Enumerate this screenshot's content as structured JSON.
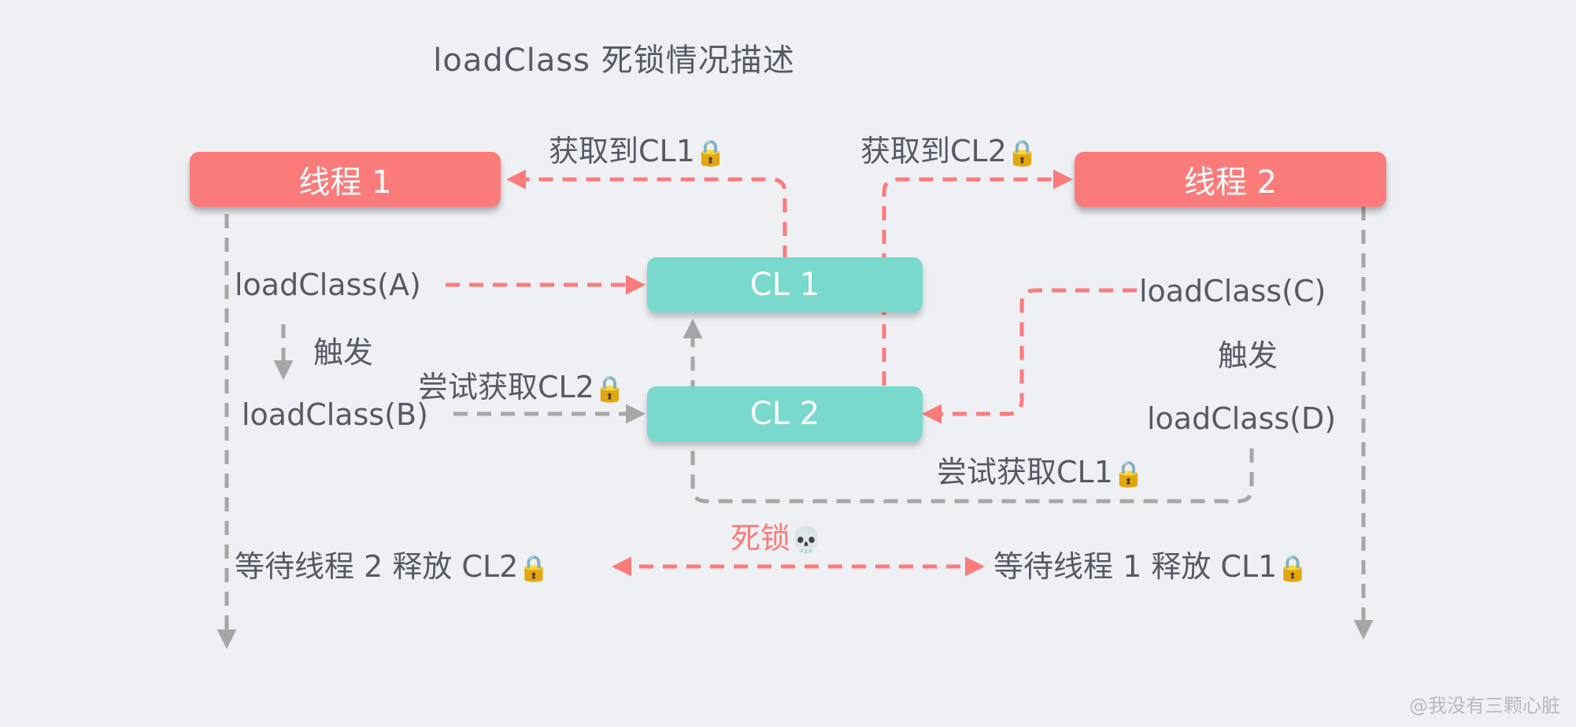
{
  "title": "loadClass 死锁情况描述",
  "threads": {
    "t1": "线程 1",
    "t2": "线程 2"
  },
  "classloaders": {
    "cl1": "CL 1",
    "cl2": "CL 2"
  },
  "labels": {
    "acquired_cl1": "获取到CL1",
    "acquired_cl2": "获取到CL2",
    "load_a": "loadClass(A)",
    "load_b": "loadClass(B)",
    "load_c": "loadClass(C)",
    "load_d": "loadClass(D)",
    "trigger_left": "触发",
    "trigger_right": "触发",
    "try_cl2": "尝试获取CL2",
    "try_cl1": "尝试获取CL1",
    "deadlock": "死锁",
    "wait_t2": "等待线程 2 释放 CL2",
    "wait_t1": "等待线程 1 释放 CL1"
  },
  "icons": {
    "lock": "🔒",
    "skull": "💀"
  },
  "watermark": "@我没有三颗心脏",
  "colors": {
    "thread_box": "#fb7b7b",
    "cl_box": "#79d9cc",
    "red_dash": "#fb7b7b",
    "gray_dash": "#a6a6a6",
    "background": "#eff0f4"
  }
}
